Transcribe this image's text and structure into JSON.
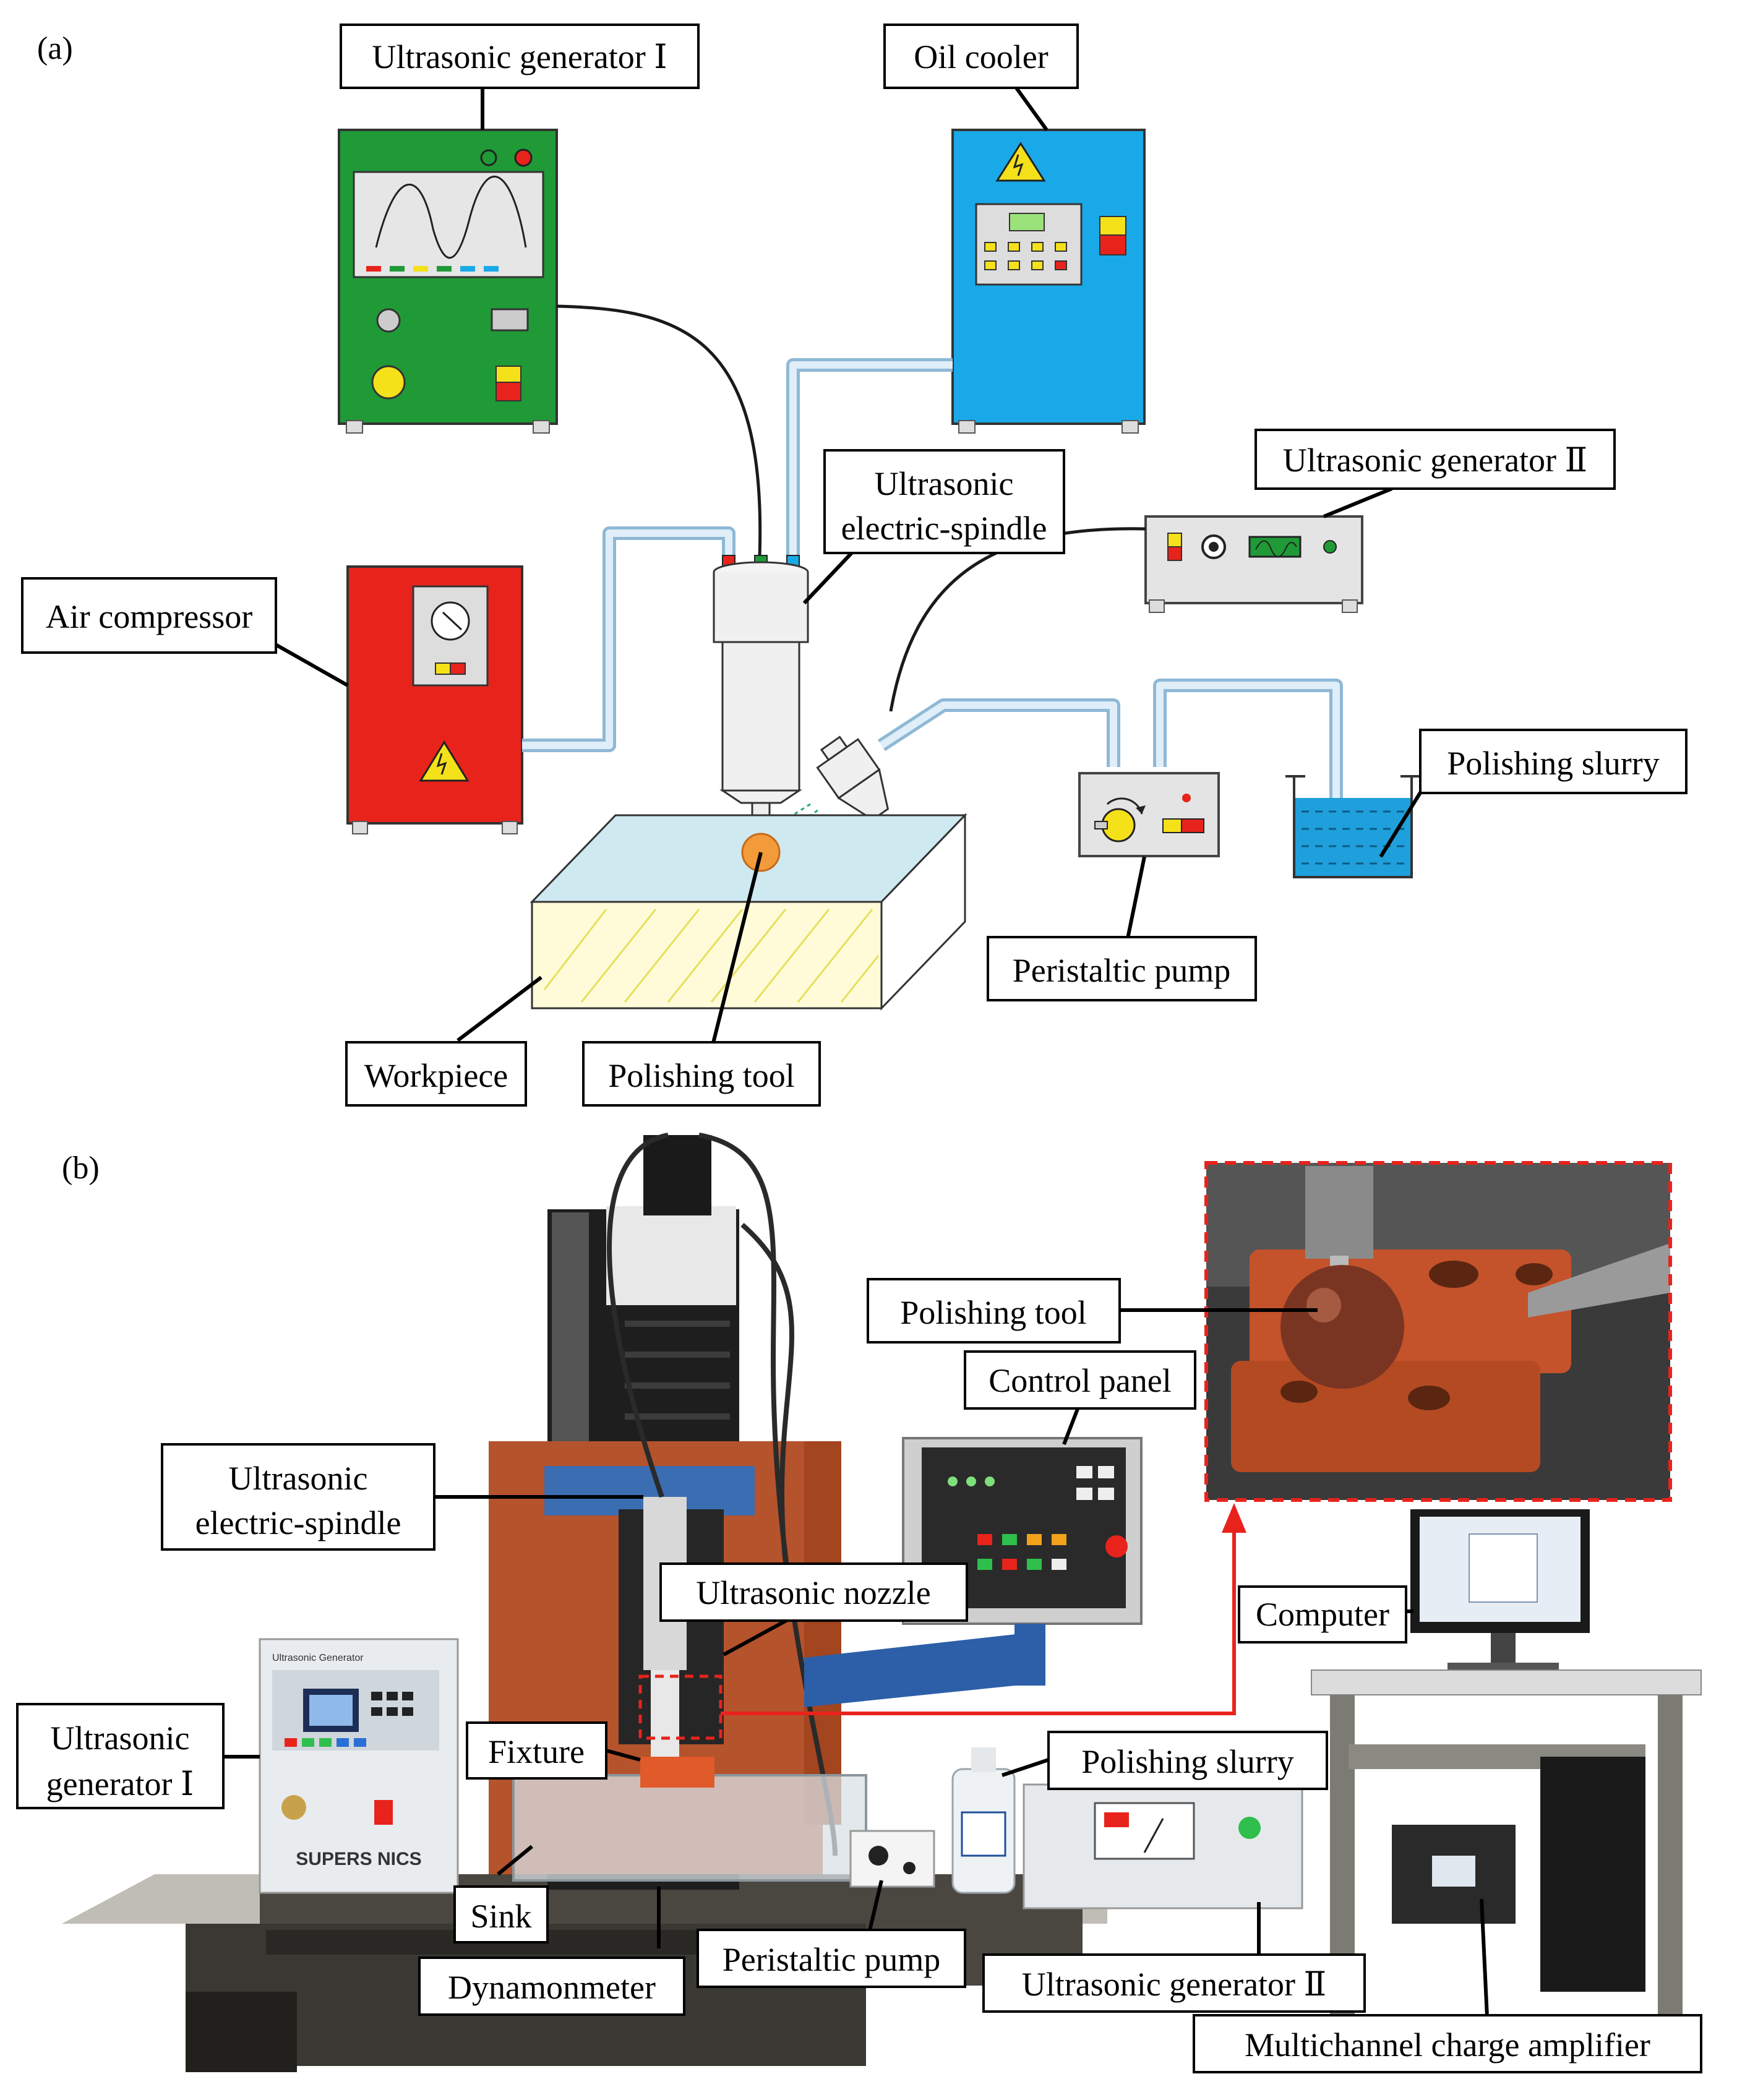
{
  "panels": {
    "a": "(a)",
    "b": "(b)"
  },
  "schematic_labels": {
    "gen1": "Ultrasonic generator Ⅰ",
    "oil_cooler": "Oil cooler",
    "gen2": "Ultrasonic generator Ⅱ",
    "spindle_line1": "Ultrasonic",
    "spindle_line2": "electric-spindle",
    "air_compressor": "Air compressor",
    "polishing_slurry": "Polishing slurry",
    "peristaltic_pump": "Peristaltic pump",
    "workpiece": "Workpiece",
    "polishing_tool": "Polishing tool"
  },
  "photo_labels": {
    "polishing_tool": "Polishing tool",
    "control_panel": "Control panel",
    "spindle_line1": "Ultrasonic",
    "spindle_line2": "electric-spindle",
    "nozzle": "Ultrasonic nozzle",
    "computer": "Computer",
    "gen1_line1": "Ultrasonic",
    "gen1_line2": "generator Ⅰ",
    "fixture": "Fixture",
    "polishing_slurry": "Polishing slurry",
    "sink": "Sink",
    "peristaltic_pump": "Peristaltic pump",
    "dynamometer": "Dynamonmeter",
    "gen2": "Ultrasonic generator Ⅱ",
    "amplifier": "Multichannel charge amplifier"
  },
  "device_text": {
    "gen1_brand": "SUPERS  NICS",
    "gen1_title": "Ultrasonic Generator"
  },
  "colors": {
    "generator1": "#1f9a37",
    "oil_cooler": "#1aa9e8",
    "air_compressor": "#e8231c",
    "tube": "#8fb8d6",
    "slurry": "#1fa0dc",
    "callout": "#e8231c",
    "spindle_base": "#2c5fa8"
  }
}
